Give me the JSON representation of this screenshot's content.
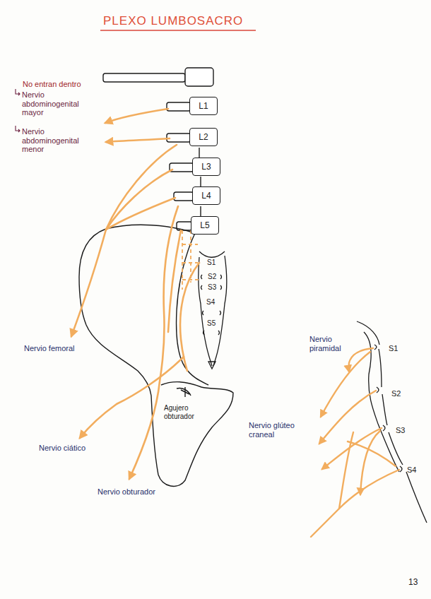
{
  "diagram": {
    "title": "PLEXO LUMBOSACRO",
    "nodes": [
      {
        "text": [
          "L1"
        ]
      },
      {
        "text": [
          "L2"
        ]
      },
      {
        "text": [
          "L3"
        ]
      },
      {
        "text": [
          "L4"
        ]
      },
      {
        "text": [
          "L5"
        ]
      }
    ],
    "labels": [
      "No entran dentro",
      "Nervio abdominogenital mayor",
      "Nervio abdominogenital menor",
      "S1",
      "S2",
      "S3",
      "S4",
      "S5",
      "Nervio femoral",
      "Agujero obturador",
      "Nervio ciático",
      "Nervio obturador",
      "Nervio piramidal",
      "S1",
      "Nervio glúteo craneal",
      "S2",
      "S3",
      "S4",
      "13"
    ]
  }
}
